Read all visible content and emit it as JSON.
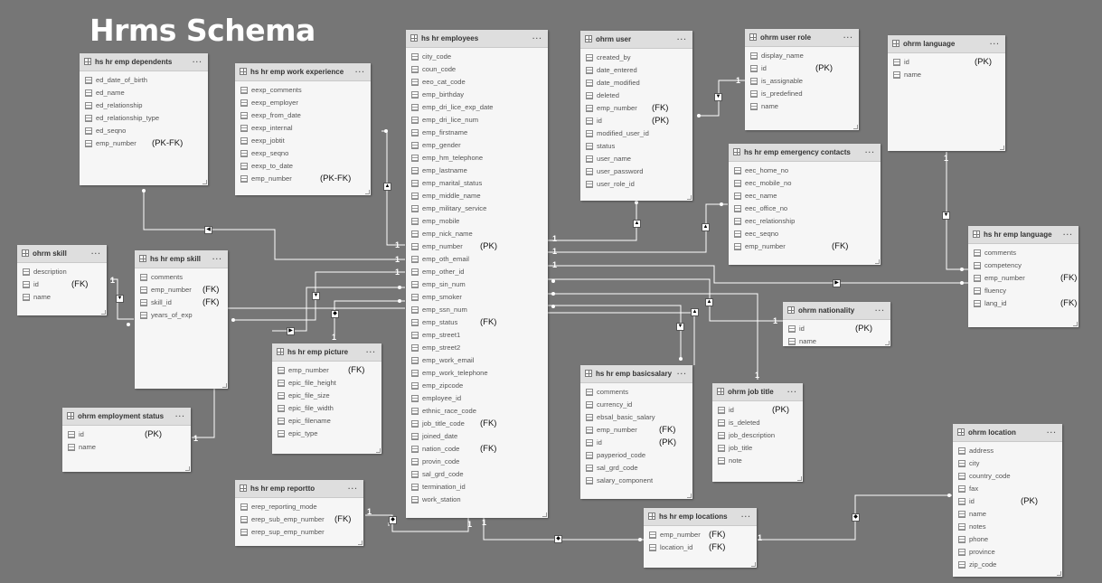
{
  "title": "Hrms Schema",
  "tables": {
    "emp_dependents": {
      "name": "hs hr emp dependents",
      "fields": [
        "ed_date_of_birth",
        "ed_name",
        "ed_relationship",
        "ed_relationship_type",
        "ed_seqno",
        "emp_number"
      ],
      "keys": {
        "emp_number": "(PK-FK)"
      }
    },
    "emp_work_experience": {
      "name": "hs hr emp work experience",
      "fields": [
        "eexp_comments",
        "eexp_employer",
        "eexp_from_date",
        "eexp_internal",
        "eexp_jobtit",
        "eexp_seqno",
        "eexp_to_date",
        "emp_number"
      ],
      "keys": {
        "emp_number": "(PK-FK)"
      }
    },
    "employees": {
      "name": "hs hr employees",
      "fields": [
        "city_code",
        "coun_code",
        "eeo_cat_code",
        "emp_birthday",
        "emp_dri_lice_exp_date",
        "emp_dri_lice_num",
        "emp_firstname",
        "emp_gender",
        "emp_hm_telephone",
        "emp_lastname",
        "emp_marital_status",
        "emp_middle_name",
        "emp_military_service",
        "emp_mobile",
        "emp_nick_name",
        "emp_number",
        "emp_oth_email",
        "emp_other_id",
        "emp_sin_num",
        "emp_smoker",
        "emp_ssn_num",
        "emp_status",
        "emp_street1",
        "emp_street2",
        "emp_work_email",
        "emp_work_telephone",
        "emp_zipcode",
        "employee_id",
        "ethnic_race_code",
        "job_title_code",
        "joined_date",
        "nation_code",
        "provin_code",
        "sal_grd_code",
        "termination_id",
        "work_station"
      ],
      "keys": {
        "emp_number": "(PK)",
        "emp_status": "(FK)",
        "job_title_code": "(FK)",
        "nation_code": "(FK)"
      }
    },
    "ohrm_user": {
      "name": "ohrm user",
      "fields": [
        "created_by",
        "date_entered",
        "date_modified",
        "deleted",
        "emp_number",
        "id",
        "modified_user_id",
        "status",
        "user_name",
        "user_password",
        "user_role_id"
      ],
      "keys": {
        "emp_number": "(FK)",
        "id": "(PK)"
      }
    },
    "ohrm_user_role": {
      "name": "ohrm user role",
      "fields": [
        "display_name",
        "id",
        "is_assignable",
        "is_predefined",
        "name"
      ],
      "keys": {
        "id": "(PK)"
      }
    },
    "ohrm_language": {
      "name": "ohrm language",
      "fields": [
        "id",
        "name"
      ],
      "keys": {
        "id": "(PK)"
      }
    },
    "emp_emergency_contacts": {
      "name": "hs hr emp emergency contacts",
      "fields": [
        "eec_home_no",
        "eec_mobile_no",
        "eec_name",
        "eec_office_no",
        "eec_relationship",
        "eec_seqno",
        "emp_number"
      ],
      "keys": {
        "emp_number": "(FK)"
      }
    },
    "emp_language": {
      "name": "hs hr emp language",
      "fields": [
        "comments",
        "competency",
        "emp_number",
        "fluency",
        "lang_id"
      ],
      "keys": {
        "emp_number": "(FK)",
        "lang_id": "(FK)"
      }
    },
    "ohrm_skill": {
      "name": "ohrm skill",
      "fields": [
        "description",
        "id",
        "name"
      ],
      "keys": {
        "id": "(FK)"
      }
    },
    "emp_skill": {
      "name": "hs hr emp skill",
      "fields": [
        "comments",
        "emp_number",
        "skill_id",
        "years_of_exp"
      ],
      "keys": {
        "emp_number": "(FK)",
        "skill_id": "(FK)"
      }
    },
    "ohrm_nationality": {
      "name": "ohrm nationality",
      "fields": [
        "id",
        "name"
      ],
      "keys": {
        "id": "(PK)"
      }
    },
    "emp_picture": {
      "name": "hs hr emp picture",
      "fields": [
        "emp_number",
        "epic_file_height",
        "epic_file_size",
        "epic_file_width",
        "epic_filename",
        "epic_type"
      ],
      "keys": {
        "emp_number": "(FK)"
      }
    },
    "emp_basicsalary": {
      "name": "hs hr emp basicsalary",
      "fields": [
        "comments",
        "currency_id",
        "ebsal_basic_salary",
        "emp_number",
        "id",
        "payperiod_code",
        "sal_grd_code",
        "salary_component"
      ],
      "keys": {
        "emp_number": "(FK)",
        "id": "(PK)"
      }
    },
    "ohrm_job_title": {
      "name": "ohrm job title",
      "fields": [
        "id",
        "is_deleted",
        "job_description",
        "job_title",
        "note"
      ],
      "keys": {
        "id": "(PK)"
      }
    },
    "ohrm_employment_status": {
      "name": "ohrm employment status",
      "fields": [
        "id",
        "name"
      ],
      "keys": {
        "id": "(PK)"
      }
    },
    "ohrm_location": {
      "name": "ohrm location",
      "fields": [
        "address",
        "city",
        "country_code",
        "fax",
        "id",
        "name",
        "notes",
        "phone",
        "province",
        "zip_code"
      ],
      "keys": {
        "id": "(PK)"
      }
    },
    "emp_reportto": {
      "name": "hs hr emp reportto",
      "fields": [
        "erep_reporting_mode",
        "erep_sub_emp_number",
        "erep_sup_emp_number"
      ],
      "keys": {
        "erep_sub_emp_number": "(FK)"
      }
    },
    "emp_locations": {
      "name": "hs hr emp locations",
      "fields": [
        "emp_number",
        "location_id"
      ],
      "keys": {
        "emp_number": "(FK)",
        "location_id": "(FK)"
      }
    }
  },
  "cardinality": {
    "one": "1",
    "many": "*"
  },
  "colors": {
    "background": "#767676",
    "table_bg": "#f6f6f6",
    "header_bg": "#dedede",
    "line": "#ffffff"
  }
}
